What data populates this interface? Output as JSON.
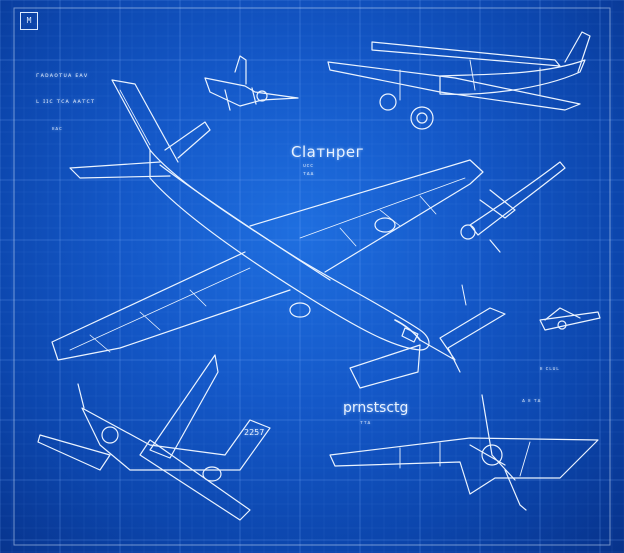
{
  "corner_mark": "M",
  "labels": {
    "main_title": "Clатнрег",
    "secondary_title": "prnstsctg",
    "number": "2257",
    "spec_a_line1": "ᴦᴀᴅᴀᴏᴛᴜᴀ ᴇᴀᴠ",
    "spec_a_line2": "ʟ ɪɪᴄ ᴛᴄᴀ ᴀᴀᴛᴄᴛ",
    "spec_a_line3": "ᴇᴀᴄ",
    "title_sub1": "ᴜᴄᴄ",
    "title_sub2": "ᴛᴀᴀ",
    "right_mid": "ᴇ ᴄʟᴜʟ",
    "right_code": "ᴀ ᴇ ᴛᴀ",
    "bottom_mid": "ᴛᴛᴀ"
  },
  "colors": {
    "line": "#eaf3ff",
    "grid": "#7fb2ff",
    "background": "#1458c8"
  },
  "icons": [
    "airliner-icon",
    "fighter-jet-icon",
    "biplane-icon",
    "twin-prop-icon",
    "helicopter-icon",
    "delta-wing-icon"
  ]
}
